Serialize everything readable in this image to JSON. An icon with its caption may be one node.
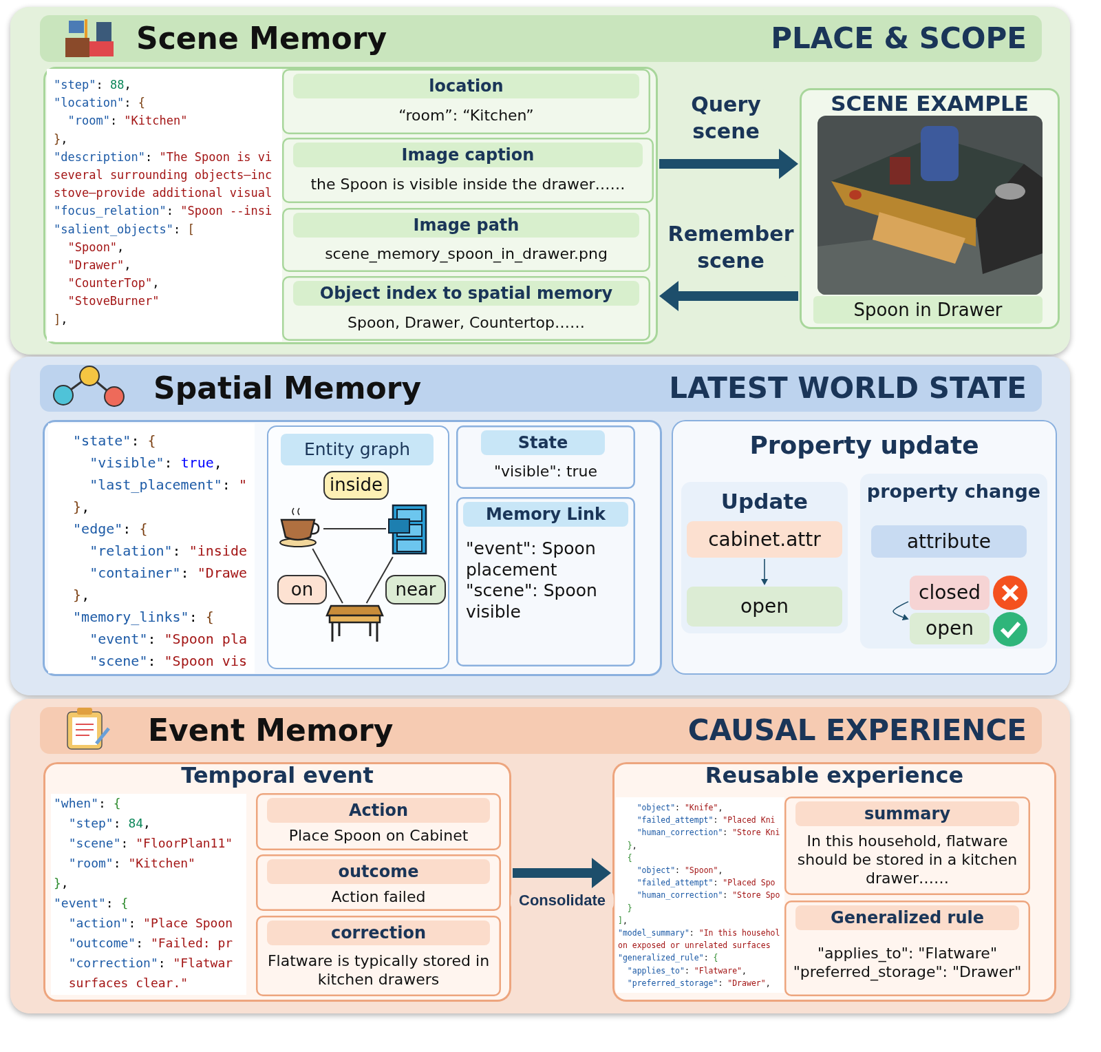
{
  "diagram": {
    "nodes": [
      {
        "text": [
          "Scene Memory",
          "PLACE & SCOPE"
        ]
      },
      {
        "text": [],
        "shape": "box",
        "in": 0
      },
      {
        "text": [
          "location",
          "“room”: “Kitchen”"
        ],
        "in": 1
      },
      {
        "text": [
          "Image caption",
          "the Spoon is visible inside the drawer……"
        ],
        "in": 1
      },
      {
        "text": [
          "Image path",
          "scene_memory_spoon_in_drawer.png"
        ],
        "in": 1
      },
      {
        "text": [
          "Object index to spatial memory",
          "Spoon, Drawer, Countertop……"
        ],
        "in": 1
      },
      {
        "text": [
          "SCENE EXAMPLE",
          "Spoon in Drawer"
        ],
        "in": 0
      },
      {
        "text": [],
        "shape": "picture",
        "in": 6
      },
      {
        "text": [
          "Spatial Memory",
          "LATEST WORLD STATE"
        ]
      },
      {
        "text": [],
        "shape": "box",
        "in": 8
      },
      {
        "text": [
          "Entity graph"
        ],
        "in": 9
      },
      {
        "text": [],
        "shape": "picture",
        "in": 10
      },
      {
        "text": [],
        "shape": "picture",
        "in": 10
      },
      {
        "text": [],
        "shape": "picture",
        "in": 10
      },
      {
        "text": [
          "State",
          "\"visible\": true"
        ],
        "in": 9
      },
      {
        "text": [
          "Memory Link",
          "\"event\": Spoon placement \"scene\": Spoon visible"
        ],
        "in": 9
      },
      {
        "text": [
          "Property update"
        ],
        "in": 8
      },
      {
        "text": [
          "Update"
        ],
        "in": 16
      },
      {
        "text": [
          "cabinet.attr"
        ],
        "in": 17
      },
      {
        "text": [
          "open"
        ],
        "in": 17
      },
      {
        "text": [
          "property change"
        ],
        "in": 16
      },
      {
        "text": [
          "attribute"
        ],
        "in": 20
      },
      {
        "text": [
          "closed"
        ],
        "in": 20
      },
      {
        "text": [
          "open"
        ],
        "in": 20
      },
      {
        "text": [
          "Event Memory",
          "CAUSAL EXPERIENCE"
        ]
      },
      {
        "text": [
          "Temporal event"
        ],
        "in": 24
      },
      {
        "text": [
          "Action",
          "Place Spoon on Cabinet"
        ],
        "in": 25
      },
      {
        "text": [
          "outcome",
          "Action failed"
        ],
        "in": 25
      },
      {
        "text": [
          "correction",
          "Flatware is typically stored in kitchen drawers"
        ],
        "in": 25
      },
      {
        "text": [
          "Reusable experience"
        ],
        "in": 24
      },
      {
        "text": [
          "summary",
          "In this household, flatware should be stored in a kitchen drawer……"
        ],
        "in": 29
      },
      {
        "text": [
          "Generalized rule",
          "\"applies_to\": \"Flatware\" \"preferred_storage\": \"Drawer\""
        ],
        "in": 29
      }
    ],
    "edges": [
      {
        "from": 1,
        "to": 6,
        "arrow": "to",
        "label": "Query scene",
        "style": "thick"
      },
      {
        "from": 6,
        "to": 1,
        "arrow": "to",
        "label": "Remember scene",
        "style": "thick"
      },
      {
        "from": 11,
        "to": 12,
        "arrow": "none",
        "label": "inside",
        "color": "#333333"
      },
      {
        "from": 11,
        "to": 13,
        "arrow": "none",
        "label": "on",
        "color": "#333333"
      },
      {
        "from": 12,
        "to": 13,
        "arrow": "none",
        "label": "near",
        "color": "#333333"
      },
      {
        "from": 18,
        "to": 19,
        "arrow": "to"
      },
      {
        "from": 22,
        "to": 23,
        "arrow": "to"
      },
      {
        "from": 25,
        "to": 29,
        "arrow": "to",
        "label": "Consolidate",
        "style": "thick"
      }
    ],
    "labels": [
      "\"step\": 88,",
      "\"location\": {",
      "\"room\": \"Kitchen\"",
      "},",
      "\"description\": \"The Spoon is vi",
      "several surrounding objects—inc",
      "stove—provide additional visual",
      "\"focus_relation\": \"Spoon --insi",
      "\"salient_objects\": [",
      "\"Spoon\",",
      "\"Drawer\",",
      "\"CounterTop\",",
      "\"StoveBurner\"",
      "],",
      "\"state\": {",
      "\"visible\": true,",
      "\"last_placement\": \"",
      "},",
      "\"edge\": {",
      "\"relation\": \"inside",
      "\"container\": \"Drawe",
      "},",
      "\"memory_links\": {",
      "\"event\": \"Spoon pla",
      "\"scene\": \"Spoon vis",
      "\"when\": {",
      "\"step\": 84,",
      "\"scene\": \"FloorPlan11\"",
      "\"room\": \"Kitchen\"",
      "},",
      "\"event\": {",
      "\"action\": \"Place Spoon",
      "\"outcome\": \"Failed: pr",
      "\"correction\": \"Flatwar",
      "surfaces clear.\"",
      "\"object\": \"Knife\",",
      "\"failed_attempt\": \"Placed Kni",
      "\"human_correction\": \"Store Kni",
      "},",
      "{",
      "\"object\": \"Spoon\",",
      "\"failed_attempt\": \"Placed Spo",
      "\"human_correction\": \"Store Spo",
      "}",
      "],",
      "\"model_summary\": \"In this househol",
      "on exposed or unrelated surfaces",
      "\"generalized_rule\": {",
      "\"applies_to\": \"Flatware\",",
      "\"preferred_storage\": \"Drawer\","
    ]
  }
}
